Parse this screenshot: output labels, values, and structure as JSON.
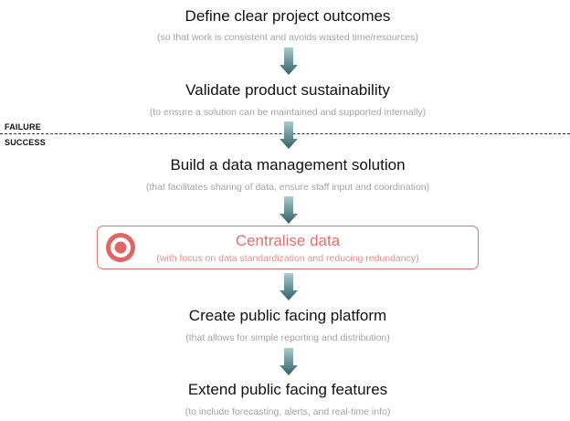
{
  "steps": [
    {
      "title": "Define clear project outcomes",
      "subtitle": "(so that work is consistent and avoids wasted time/resources)"
    },
    {
      "title": "Validate product sustainability",
      "subtitle": "(to ensure a solution can be maintained and supported internally)"
    },
    {
      "title": "Build a data management solution",
      "subtitle": "(that facilitates sharing of data, ensure staff input and coordination)"
    },
    {
      "title": "Centralise data",
      "subtitle": "(with focus on data standardization and reducing redundancy)"
    },
    {
      "title": "Create public facing platform",
      "subtitle": "(that allows for simple reporting and distribution)"
    },
    {
      "title": "Extend public facing features",
      "subtitle": "(to include forecasting, alerts, and real-time info)"
    }
  ],
  "divider": {
    "above_label": "FAILURE",
    "below_label": "SUCCESS"
  },
  "colors": {
    "highlight": "#e07070",
    "arrow_top": "#9fc3c6",
    "arrow_bottom": "#2f5f67"
  },
  "icons": {
    "highlight_icon": "target-icon",
    "connector_icon": "down-arrow-icon"
  }
}
